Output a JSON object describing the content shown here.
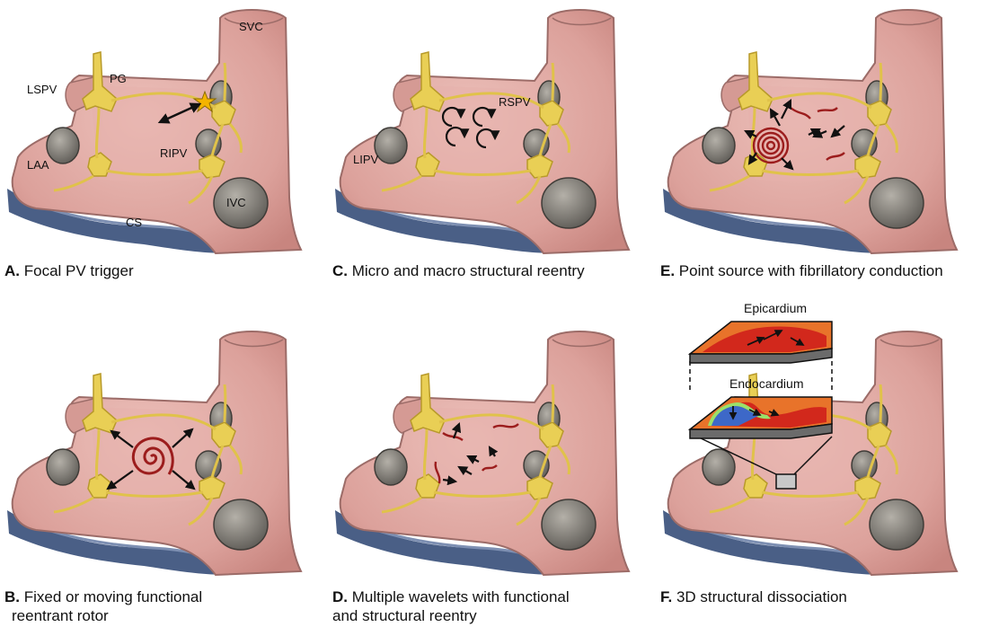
{
  "panels": {
    "A": {
      "letter": "A.",
      "title": "Focal PV trigger"
    },
    "B": {
      "letter": "B.",
      "title_line1": "Fixed or moving functional",
      "title_line2": "reentrant rotor"
    },
    "C": {
      "letter": "C.",
      "title": "Micro and macro structural  reentry"
    },
    "D": {
      "letter": "D.",
      "title_line1": "Multiple wavelets with functional",
      "title_line2": "and structural reentry"
    },
    "E": {
      "letter": "E.",
      "title": "Point source with fibrillatory conduction"
    },
    "F": {
      "letter": "F.",
      "title": "3D structural dissociation"
    }
  },
  "anatomy_labels": {
    "svc": "SVC",
    "lspv": "LSPV",
    "pg": "PG",
    "laa": "LAA",
    "ripv": "RIPV",
    "ivc": "IVC",
    "cs": "CS",
    "rspv": "RSPV",
    "lipv": "LIPV"
  },
  "layer_labels": {
    "epicardium": "Epicardium",
    "endocardium": "Endocardium"
  },
  "colors": {
    "atrium": "#dfa6a0",
    "atrium_dark": "#b97c78",
    "nerve": "#e9cf55",
    "nerve_dark": "#b89a2a",
    "vein": "#8a8782",
    "sinus": "#4a5f86",
    "rotor": "#9c1d1d",
    "star": "#f4b400",
    "epi_orange": "#e8732a",
    "epi_red": "#d2281c",
    "endo_blue": "#3d68c8",
    "endo_green": "#9ae06a"
  }
}
